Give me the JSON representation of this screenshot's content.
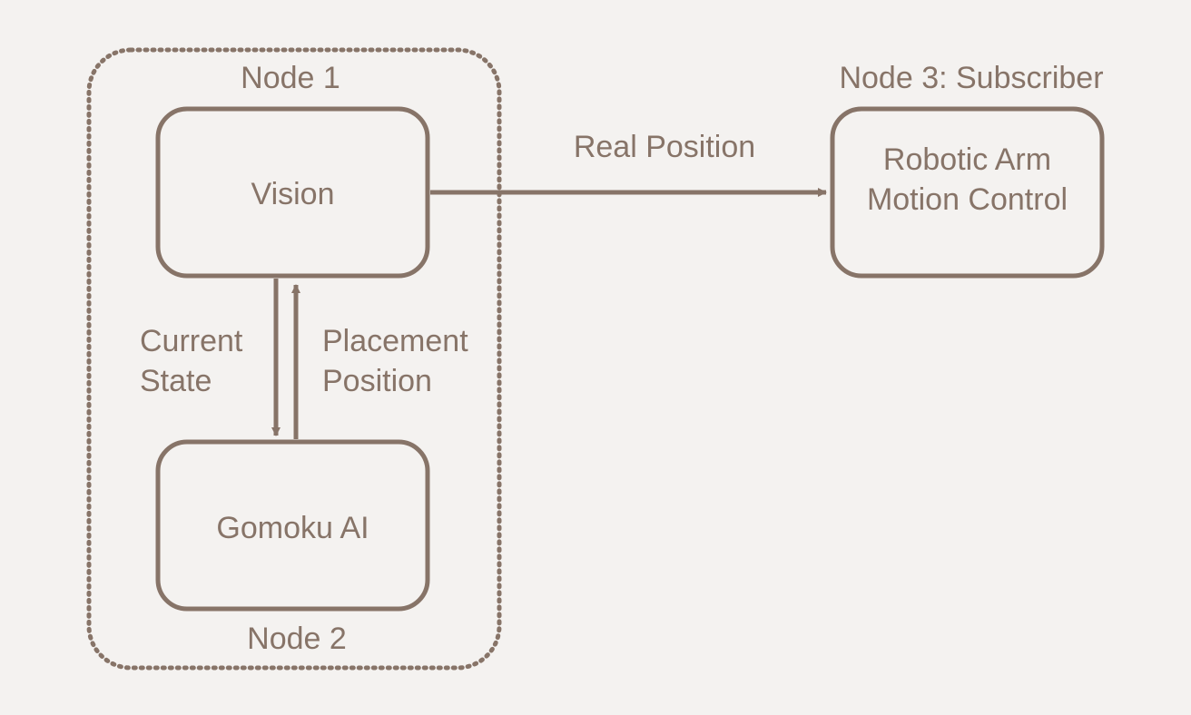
{
  "diagram": {
    "colors": {
      "background": "#f4f2f0",
      "stroke": "#877468",
      "text": "#877468"
    },
    "group_labels": {
      "node1": "Node 1",
      "node2": "Node 2",
      "node3": "Node 3: Subscriber"
    },
    "boxes": {
      "vision": "Vision",
      "gomoku": "Gomoku AI",
      "robot_line1": "Robotic Arm",
      "robot_line2": "Motion Control"
    },
    "edges": {
      "real_position": "Real Position",
      "current_state_line1": "Current",
      "current_state_line2": "State",
      "placement_line1": "Placement",
      "placement_line2": "Position"
    }
  }
}
